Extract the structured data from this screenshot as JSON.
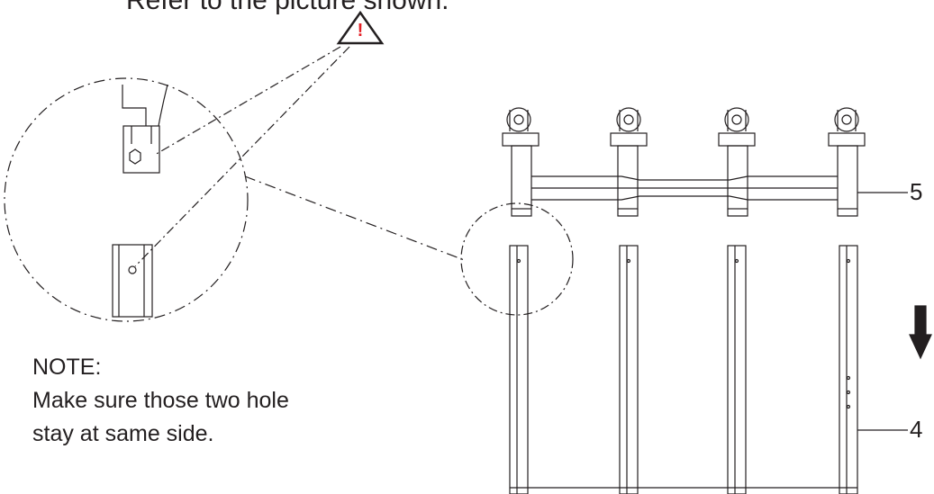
{
  "instruction": {
    "top_text": "Refer to the picture shown."
  },
  "warning": {
    "icon": "warning-triangle-icon",
    "color": "#e31e24",
    "symbol": "!"
  },
  "note": {
    "title": "NOTE:",
    "line1": "Make sure those two hole",
    "line2": "stay at same side."
  },
  "callouts": {
    "upper_frame": "5",
    "lower_frame": "4"
  },
  "direction_arrow": {
    "icon": "down-arrow-icon",
    "meaning": "down"
  }
}
